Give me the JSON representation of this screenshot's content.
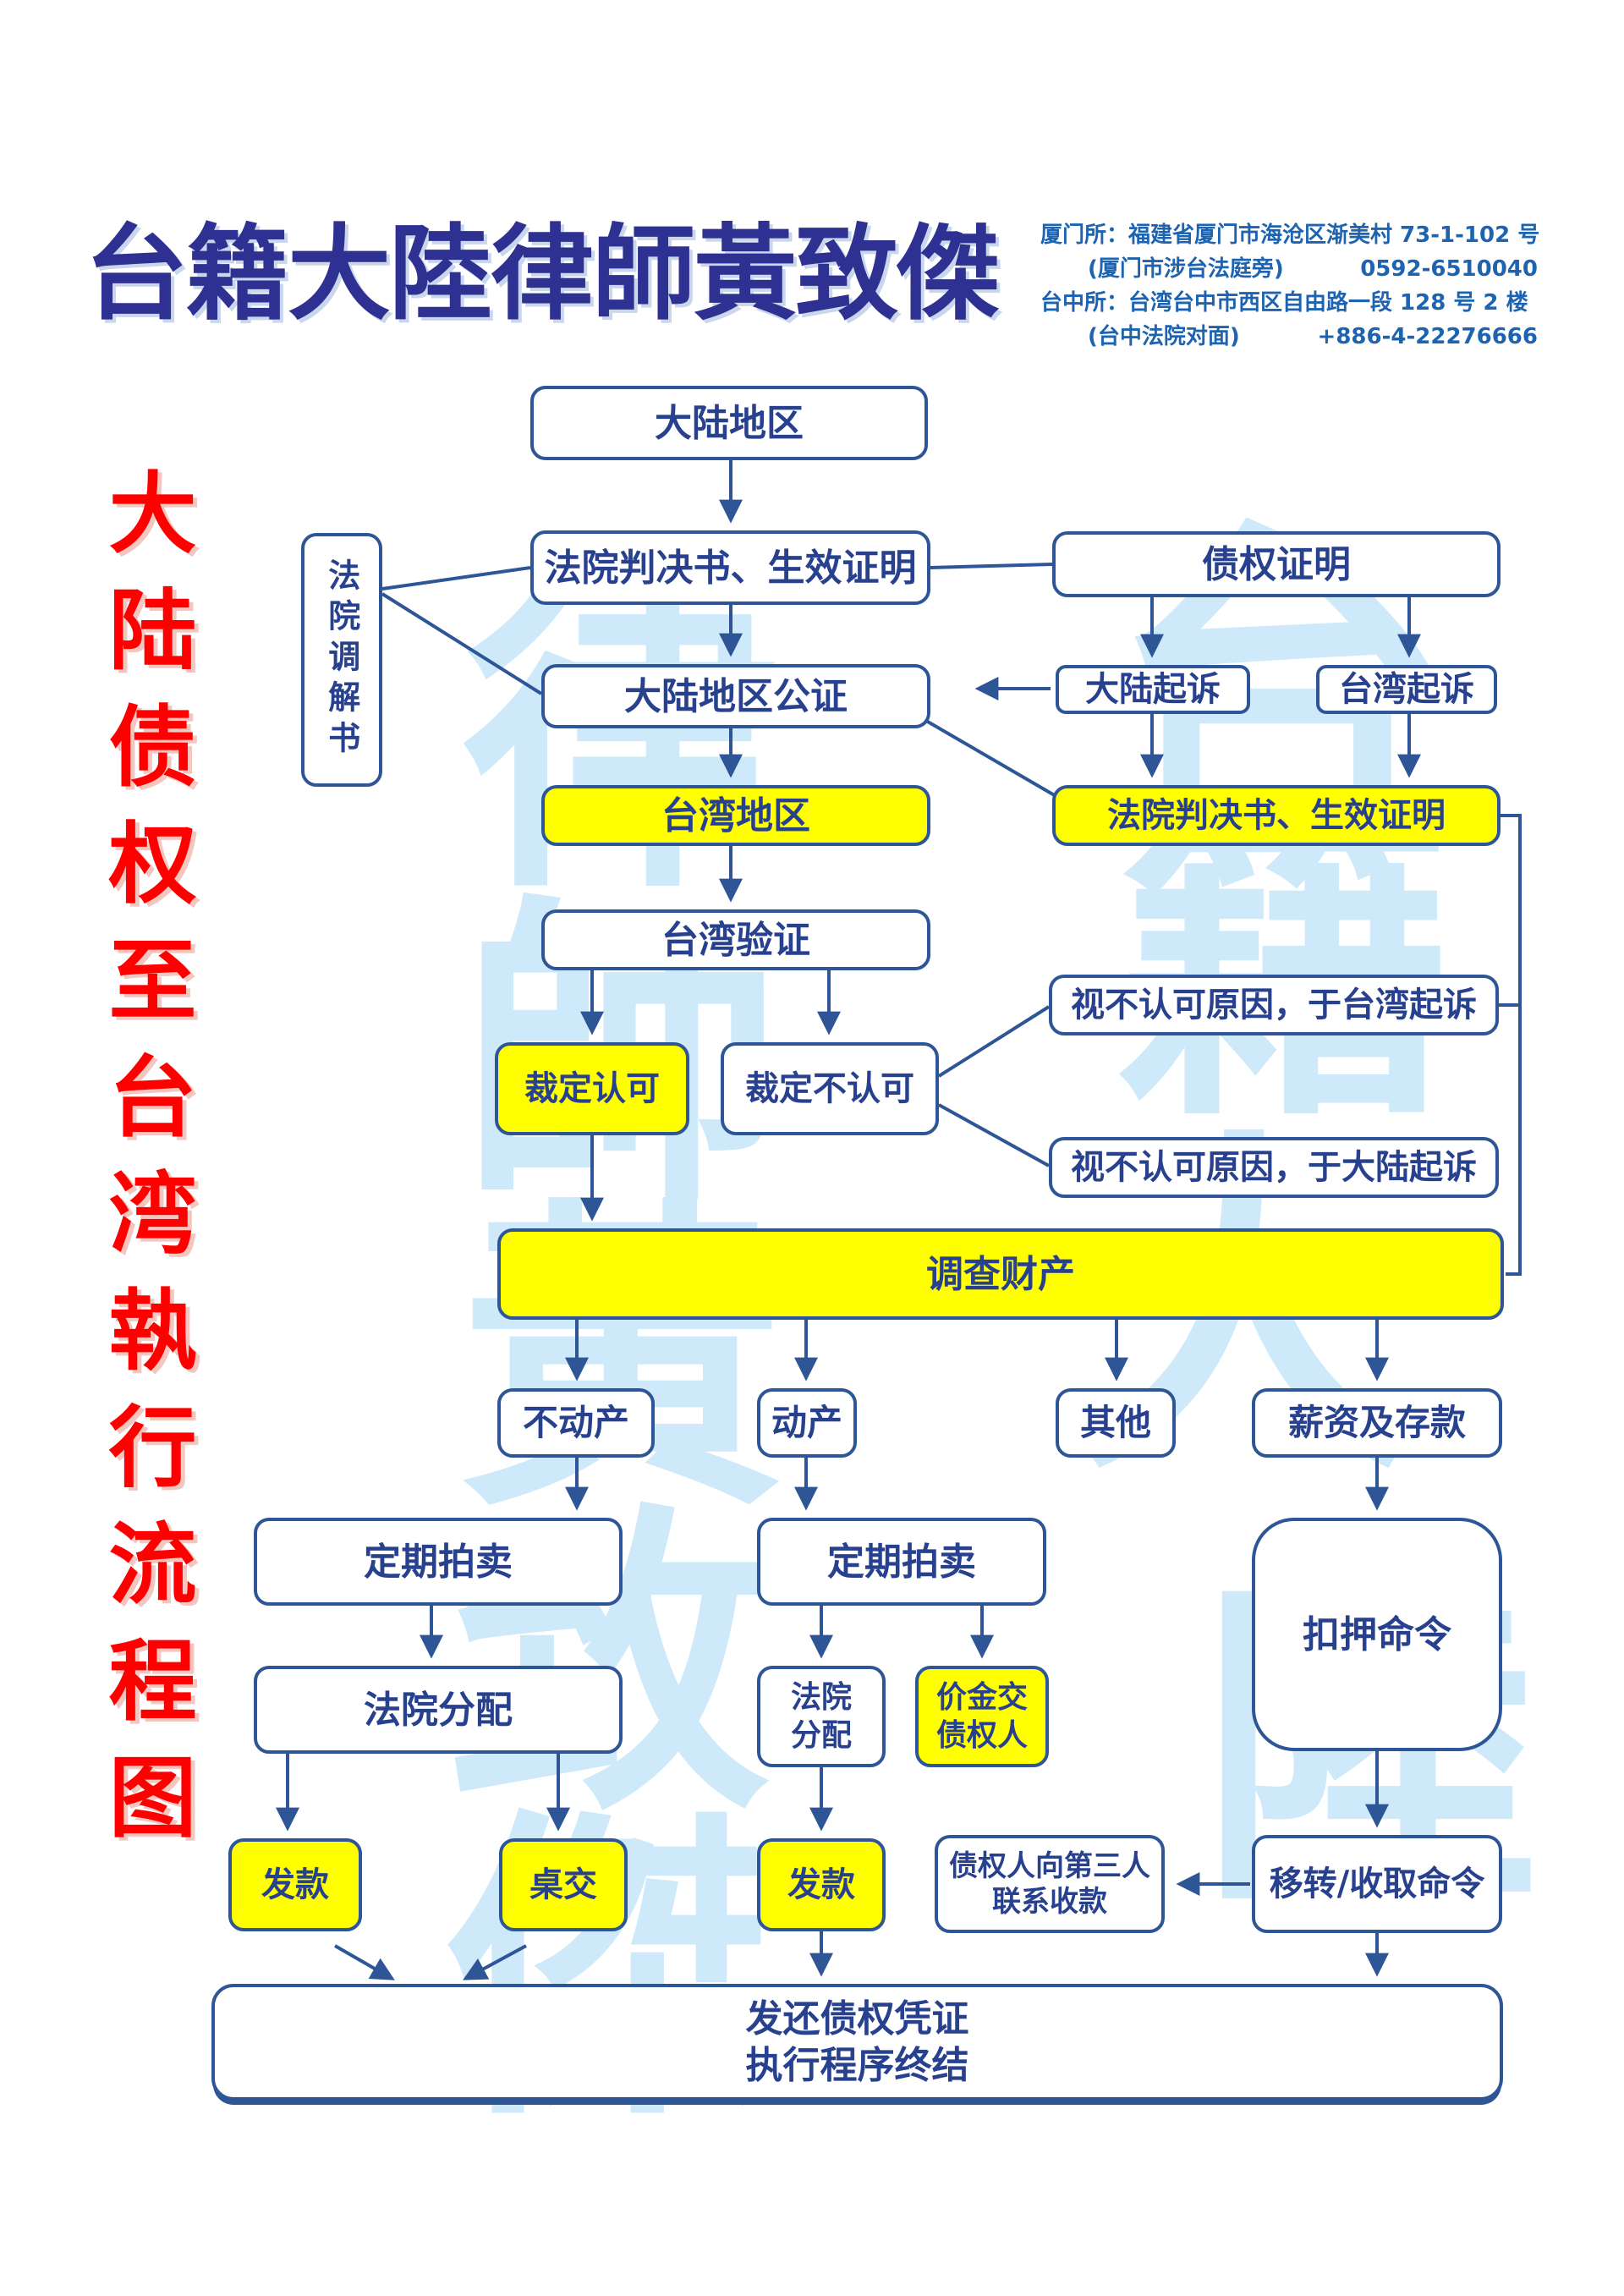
{
  "title": "台籍大陸律師黃致傑",
  "side_title": "大陆债权至台湾執行流程图",
  "contact": {
    "lines": [
      {
        "text": "厦门所：福建省厦门市海沧区渐美村 73-1-102 号",
        "phone": ""
      },
      {
        "text": "(厦门市涉台法庭旁)",
        "phone": "0592-6510040"
      },
      {
        "text": "台中所：台湾台中市西区自由路一段 128 号 2 楼",
        "phone": ""
      },
      {
        "text": "(台中法院对面)",
        "phone": "+886-4-22276666"
      }
    ]
  },
  "watermark": {
    "chars": [
      "律",
      "師",
      "黃",
      "致",
      "傑",
      "台",
      "籍",
      "大",
      "陸"
    ]
  },
  "colors": {
    "box_border": "#2e5697",
    "box_text": "#28418f",
    "highlight_yellow": "#ffff00",
    "side_title_red": "#fe0000",
    "title_blue": "#2e3191",
    "contact_blue": "#1e63b0",
    "watermark_blue": "#cde9fa"
  },
  "nodes": {
    "mainland_region": {
      "label": "大陆地区"
    },
    "court_judgment_cert": {
      "label": "法院判决书、生效证明"
    },
    "court_mediation": {
      "label": "法院调解书"
    },
    "debt_cert": {
      "label": "债权证明"
    },
    "mainland_notarization": {
      "label": "大陆地区公证"
    },
    "mainland_lawsuit": {
      "label": "大陆起诉"
    },
    "taiwan_lawsuit": {
      "label": "台湾起诉"
    },
    "taiwan_region": {
      "label": "台湾地区"
    },
    "court_judgment_cert_tw": {
      "label": "法院判决书、生效证明"
    },
    "taiwan_verification": {
      "label": "台湾验证"
    },
    "ruling_approved": {
      "label": "裁定认可"
    },
    "ruling_rejected": {
      "label": "裁定不认可"
    },
    "reject_sue_taiwan": {
      "label": "视不认可原因，于台湾起诉"
    },
    "reject_sue_mainland": {
      "label": "视不认可原因，于大陆起诉"
    },
    "investigate_assets": {
      "label": "调查财产"
    },
    "real_estate": {
      "label": "不动产"
    },
    "movable_property": {
      "label": "动产"
    },
    "other": {
      "label": "其他"
    },
    "salary_deposits": {
      "label": "薪资及存款"
    },
    "auction_left": {
      "label": "定期拍卖"
    },
    "auction_mid": {
      "label": "定期拍卖"
    },
    "seizure_order": {
      "label": "扣押命令"
    },
    "court_distribution_left": {
      "label": "法院分配"
    },
    "court_distribution_mid": {
      "label": "法院\n分配"
    },
    "price_to_creditor": {
      "label": "价金交\n债权人"
    },
    "disburse_left": {
      "label": "发款"
    },
    "handover": {
      "label": "桌交"
    },
    "disburse_mid": {
      "label": "发款"
    },
    "creditor_contact_third": {
      "label": "债权人向第三人\n联系收款"
    },
    "transfer_collect_order": {
      "label": "移转/收取命令"
    },
    "final_step": {
      "label": "发还债权凭证\n执行程序终结"
    }
  }
}
